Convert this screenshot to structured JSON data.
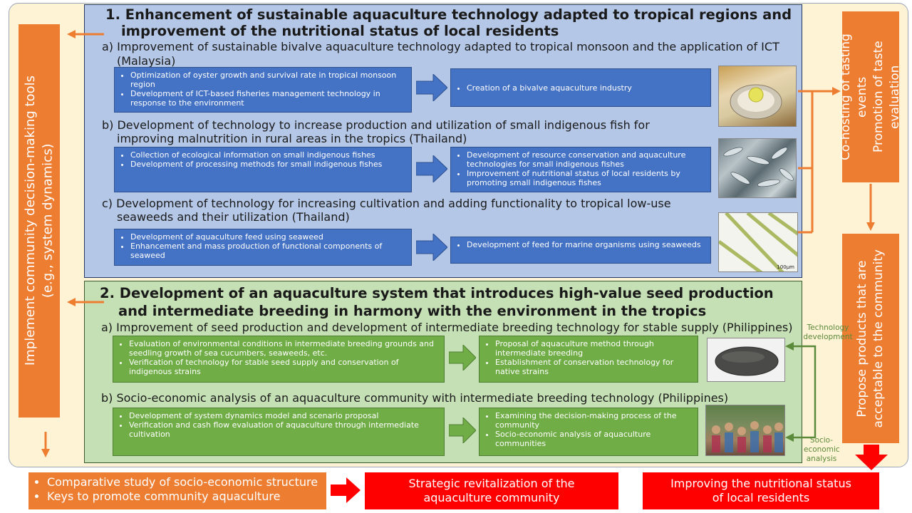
{
  "left_bar": {
    "text": "Implement community decision-making tools\n(e.g., system dynamics)"
  },
  "right_top_bar": {
    "text": "Co-hosting of tasting events\nPromotion of taste evaluation"
  },
  "right_bottom_bar": {
    "text": "Propose products that are\nacceptable to the community"
  },
  "section1": {
    "title_line1": "1. Enhancement of sustainable aquaculture technology adapted to tropical regions and",
    "title_line2": "improvement of the nutritional status of local residents",
    "a": {
      "heading_line1": "a)  Improvement of sustainable bivalve aquaculture technology adapted to tropical monsoon and the application of ICT",
      "heading_line2": "(Malaysia)",
      "left": [
        "Optimization of oyster growth and survival rate in tropical monsoon region",
        "Development of ICT-based fisheries management technology in response to the environment"
      ],
      "right": [
        "Creation of a bivalve aquaculture  industry"
      ]
    },
    "b": {
      "heading_line1": "b) Development of technology to increase production and utilization of small indigenous fish for",
      "heading_line2": "improving malnutrition in rural areas in the tropics (Thailand)",
      "left": [
        "Collection of ecological information on small indigenous fishes",
        "Development of processing methods for small indigenous fishes"
      ],
      "right": [
        "Development of resource conservation and aquaculture technologies for small indigenous fishes",
        "Improvement of nutritional status of local residents by promoting small indigenous fishes"
      ]
    },
    "c": {
      "heading_line1": "c) Development of technology for increasing cultivation and adding functionality to tropical low-use",
      "heading_line2": "seaweeds and their utilization (Thailand)",
      "left": [
        "Development of aquaculture feed using seaweed",
        "Enhancement and mass production of functional components of seaweed"
      ],
      "right": [
        "Development of feed for marine organisms using seaweeds"
      ],
      "scale_label": "100µm"
    }
  },
  "section2": {
    "title_line1": "2. Development of an aquaculture system that introduces high-value seed production",
    "title_line2": "and intermediate breeding in harmony with the environment in the tropics",
    "a": {
      "heading": "a) Improvement of seed production and development of intermediate breeding technology for stable supply (Philippines)",
      "left": [
        "Evaluation of environmental conditions in intermediate breeding grounds and seedling growth of sea cucumbers, seaweeds, etc.",
        "Verification of technology for stable seed supply and conservation of indigenous strains"
      ],
      "right": [
        "Proposal of aquaculture method through intermediate breeding",
        "Establishment of conservation technology for native strains"
      ]
    },
    "b": {
      "heading": "b) Socio-economic analysis of an aquaculture community with intermediate breeding technology (Philippines)",
      "left": [
        "Development of system dynamics model and scenario proposal",
        "Verification and cash flow evaluation of aquaculture through intermediate cultivation"
      ],
      "right": [
        "Examining the decision-making process of the community",
        "Socio-economic analysis of aquaculture communities"
      ]
    }
  },
  "side_notes": {
    "tech_dev": "Technology development",
    "socio": "Socio-\neconomic\nanalysis"
  },
  "bottom": {
    "left": [
      "Comparative study of socio-economic structure",
      "Keys to promote community aquaculture"
    ],
    "middle": "Strategic revitalization of the\naquaculture community",
    "right": "Improving the nutritional status\nof local residents"
  },
  "colors": {
    "orange": "#ed7d31",
    "blue_box": "#4472c4",
    "green_box": "#70ad47",
    "red": "#ff0000"
  }
}
